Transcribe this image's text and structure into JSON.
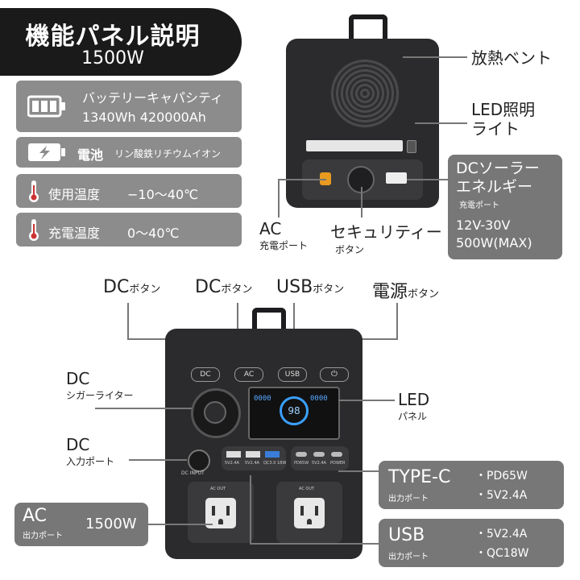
{
  "header": {
    "title": "機能パネル説明",
    "subtitle": "1500W"
  },
  "specs": {
    "battery": {
      "label": "バッテリーキャパシティ",
      "value": "1340Wh 420000Ah"
    },
    "cell": {
      "label": "電池",
      "value": "リン酸鉄リチウムイオン"
    },
    "use_temp": {
      "label": "使用温度",
      "value": "−10〜40℃"
    },
    "charge_temp": {
      "label": "充電温度",
      "value": "0〜40℃"
    }
  },
  "top_callouts": {
    "vent": "放熱ベント",
    "led_light": "LED照明\nライト",
    "ac_port": {
      "main": "AC",
      "sub": "充電ポート"
    },
    "security": {
      "main": "セキュリティー",
      "sub": "ボタン"
    },
    "solar": {
      "main": "DCソーラー\nエネルギー",
      "sub": "充電ポート",
      "spec1": "12V-30V",
      "spec2": "500W(MAX)"
    }
  },
  "front_buttons": [
    {
      "main": "DC",
      "sub": "ボタン"
    },
    {
      "main": "DC",
      "sub": "ボタン"
    },
    {
      "main": "USB",
      "sub": "ボタン"
    },
    {
      "main": "電源",
      "sub": "ボタン"
    }
  ],
  "device_buttons": [
    "DC",
    "AC",
    "USB",
    "⏻"
  ],
  "side_callouts": {
    "cigar": {
      "main": "DC",
      "sub": "シガーライター"
    },
    "dc_in": {
      "main": "DC",
      "sub": "入力ポート"
    },
    "led_panel": {
      "main": "LED",
      "sub": "パネル"
    }
  },
  "lcd": {
    "left": "0000",
    "center": "98",
    "right": "0000"
  },
  "port_labels": {
    "usb": [
      "5V2.4A",
      "5V2.4A",
      "QC3.0 18W"
    ],
    "typec": [
      "PD65W",
      "5V2.4A",
      "POWER"
    ],
    "dc_in": "DC INPUT",
    "ac_out": "AC OUT"
  },
  "bottom_boxes": {
    "ac": {
      "main": "AC",
      "sub": "出力ポート",
      "value": "1500W"
    },
    "typec": {
      "main": "TYPE-C",
      "sub": "出力ポート",
      "spec1": "・PD65W",
      "spec2": "・5V2.4A"
    },
    "usb": {
      "main": "USB",
      "sub": "出力ポート",
      "spec1": "・5V2.4A",
      "spec2": "・QC18W"
    }
  },
  "colors": {
    "header_bg": "#1a1a1a",
    "spec_bg": "#8c8c8c",
    "callout_bg": "#777777",
    "lcd_blue": "#3aa0ff"
  }
}
